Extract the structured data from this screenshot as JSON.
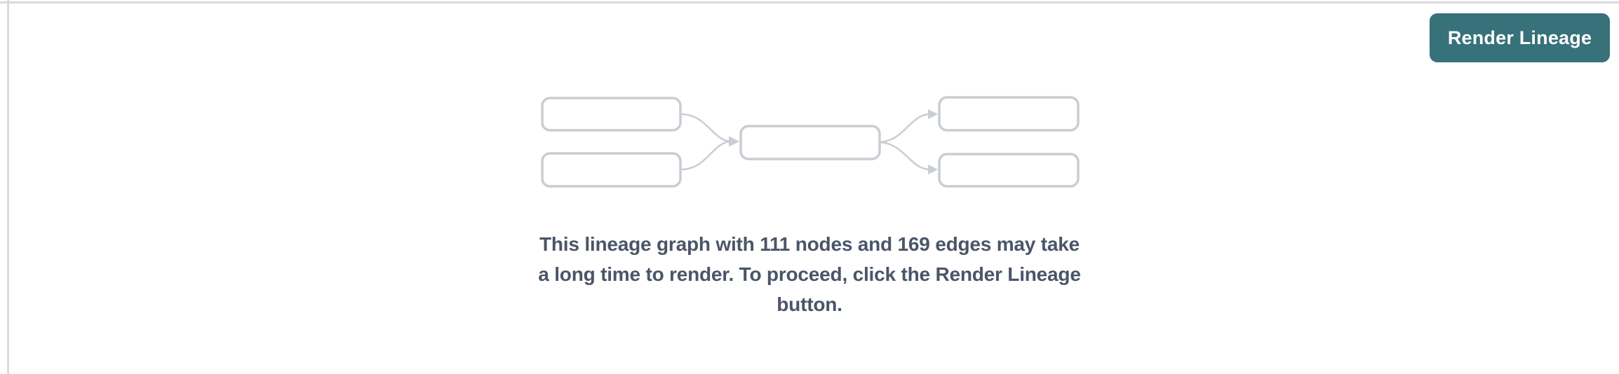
{
  "header": {
    "render_button_label": "Render Lineage"
  },
  "placeholder": {
    "message": "This lineage graph with 111 nodes and 169 edges may take a long time to render. To proceed, click the Render Lineage button.",
    "lines": [
      "This lineage graph with 111 nodes and 169 edges may take",
      "a long time to render. To proceed, click the Render Lineage",
      "button."
    ],
    "node_count": "111",
    "edge_count": "169"
  },
  "diagram": {
    "kind": "lineage-graph-preview",
    "left_nodes": 2,
    "middle_nodes": 1,
    "right_nodes": 2,
    "edges": 4
  },
  "colors": {
    "accent_teal": "#377179",
    "button_text": "#ffffff",
    "box_border": "#c9cdd4",
    "panel_border": "#dadbde",
    "message_text": "#4a5568",
    "background": "#ffffff"
  }
}
